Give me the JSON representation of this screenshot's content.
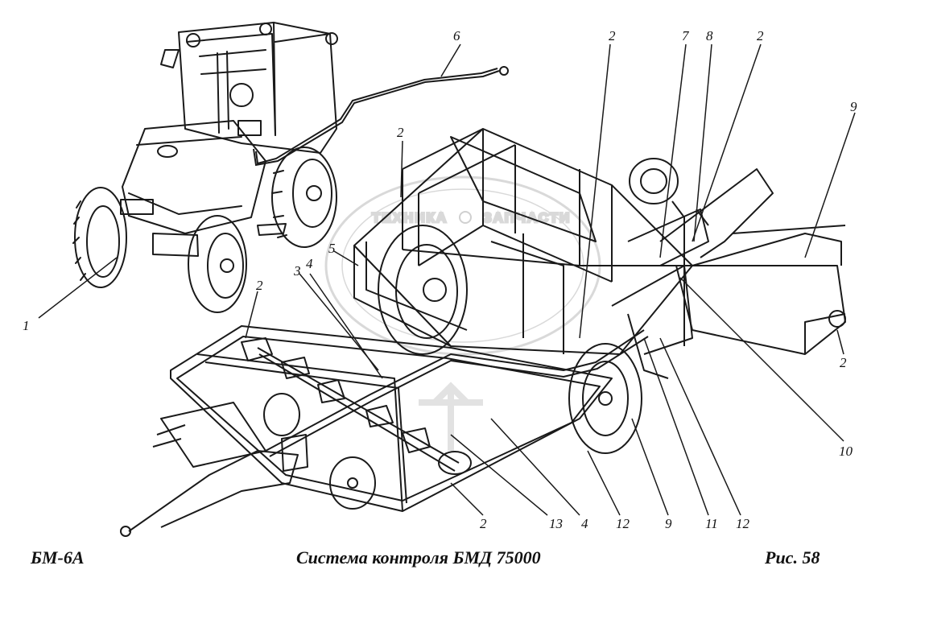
{
  "figure": {
    "model": "БМ-6А",
    "title": "Система контроля  БМД 75000",
    "figure_label": "Рис.  58"
  },
  "watermark": {
    "left_word": "ТЕХНИКА",
    "right_word": "ЗАПЧАСТИ"
  },
  "callouts": {
    "c1": "1",
    "c2a": "2",
    "c2b": "2",
    "c2c": "2",
    "c2d": "2",
    "c2e": "2",
    "c2f": "2",
    "c3": "3",
    "c4a": "4",
    "c4b": "4",
    "c5": "5",
    "c6": "6",
    "c7": "7",
    "c8": "8",
    "c9a": "9",
    "c9b": "9",
    "c10": "10",
    "c11": "11",
    "c12a": "12",
    "c12b": "12",
    "c13": "13"
  }
}
